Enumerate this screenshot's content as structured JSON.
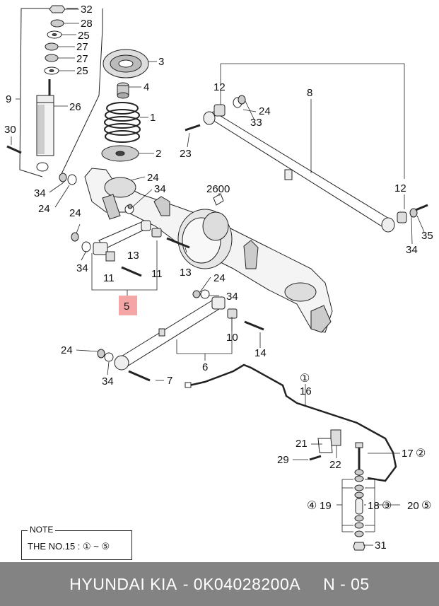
{
  "labels": {
    "c32": "32",
    "c28": "28",
    "c25a": "25",
    "c27a": "27",
    "c27b": "27",
    "c25b": "25",
    "c3": "3",
    "c4": "4",
    "c1": "1",
    "c2": "2",
    "c9": "9",
    "c26": "26",
    "c30": "30",
    "c34a": "34",
    "c24a": "24",
    "c24b": "24",
    "c34b": "34",
    "c24c": "24",
    "c34c": "34",
    "c13a": "13",
    "c11a": "11",
    "c11b": "11",
    "c13b": "13",
    "c5": "5",
    "c2600": "2600",
    "c12a": "12",
    "c8": "8",
    "c24d": "24",
    "c33": "33",
    "c23": "23",
    "c12b": "12",
    "c35": "35",
    "c34d": "34",
    "c24e": "24",
    "c34e": "34",
    "c10": "10",
    "c14": "14",
    "c24f": "24",
    "c6": "6",
    "c34f": "34",
    "c7": "7",
    "c16": "16",
    "c21": "21",
    "c22": "22",
    "c29": "29",
    "c17": "17",
    "c19": "19",
    "c18": "18",
    "c20": "20",
    "c31": "31"
  },
  "circled": {
    "c16_ref": "①",
    "c17_ref": "②",
    "c18_ref": "③",
    "c19_ref": "④",
    "c20_ref": "⑤"
  },
  "note": {
    "title": "NOTE",
    "text": "THE NO.15 : ① ~ ⑤"
  },
  "footer": {
    "brand": "HYUNDAI  KIA",
    "part_number": "- 0K04028200A",
    "page": "N - 05"
  },
  "highlight_color": "#f4a6a6"
}
